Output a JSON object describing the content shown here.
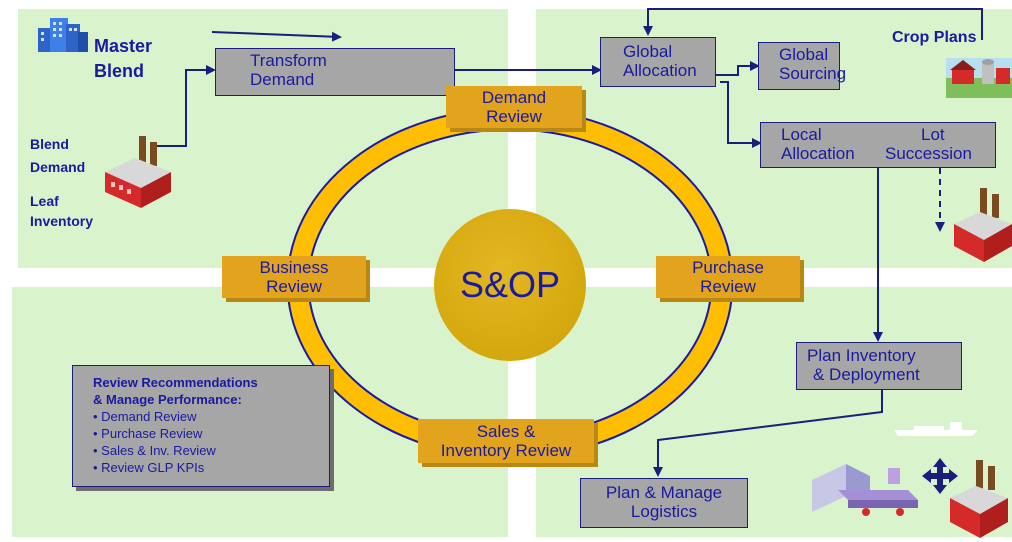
{
  "center_label": "S&OP",
  "labels": {
    "master_blend": [
      "Master",
      "Blend"
    ],
    "blend_demand": [
      "Blend",
      "Demand"
    ],
    "leaf_inventory": [
      "Leaf",
      "Inventory"
    ],
    "crop_plans": "Crop Plans"
  },
  "process_boxes": {
    "transform_demand": [
      "Transform",
      "Demand"
    ],
    "global_allocation": [
      "Global",
      "Allocation"
    ],
    "global_sourcing": [
      "Global",
      "Sourcing"
    ],
    "local_allocation": [
      "Local",
      "Allocation"
    ],
    "lot_succession": [
      "Lot",
      "Succession"
    ],
    "plan_inventory": [
      "Plan Inventory",
      "& Deployment"
    ],
    "plan_logistics": [
      "Plan & Manage",
      "Logistics"
    ]
  },
  "cycle_reviews": {
    "demand": [
      "Demand",
      "Review"
    ],
    "business": [
      "Business",
      "Review"
    ],
    "purchase": [
      "Purchase",
      "Review"
    ],
    "sales": [
      "Sales &",
      "Inventory Review"
    ]
  },
  "review_panel": {
    "title": [
      "Review Recommendations",
      "& Manage Performance:"
    ],
    "items": [
      "Demand Review",
      "Purchase Review",
      "Sales & Inv. Review",
      "Review GLP KPIs"
    ]
  },
  "colors": {
    "quadrant": "#d9f4cc",
    "ring": "#ffbf00",
    "gold_box": "#e2a41c",
    "gray_box": "#a6a6a6",
    "text": "#1a1aa0"
  },
  "icons": [
    "building-icon",
    "factory-icon",
    "farm-icon",
    "ship-icon",
    "conveyor-icon",
    "four-way-arrow-icon"
  ]
}
